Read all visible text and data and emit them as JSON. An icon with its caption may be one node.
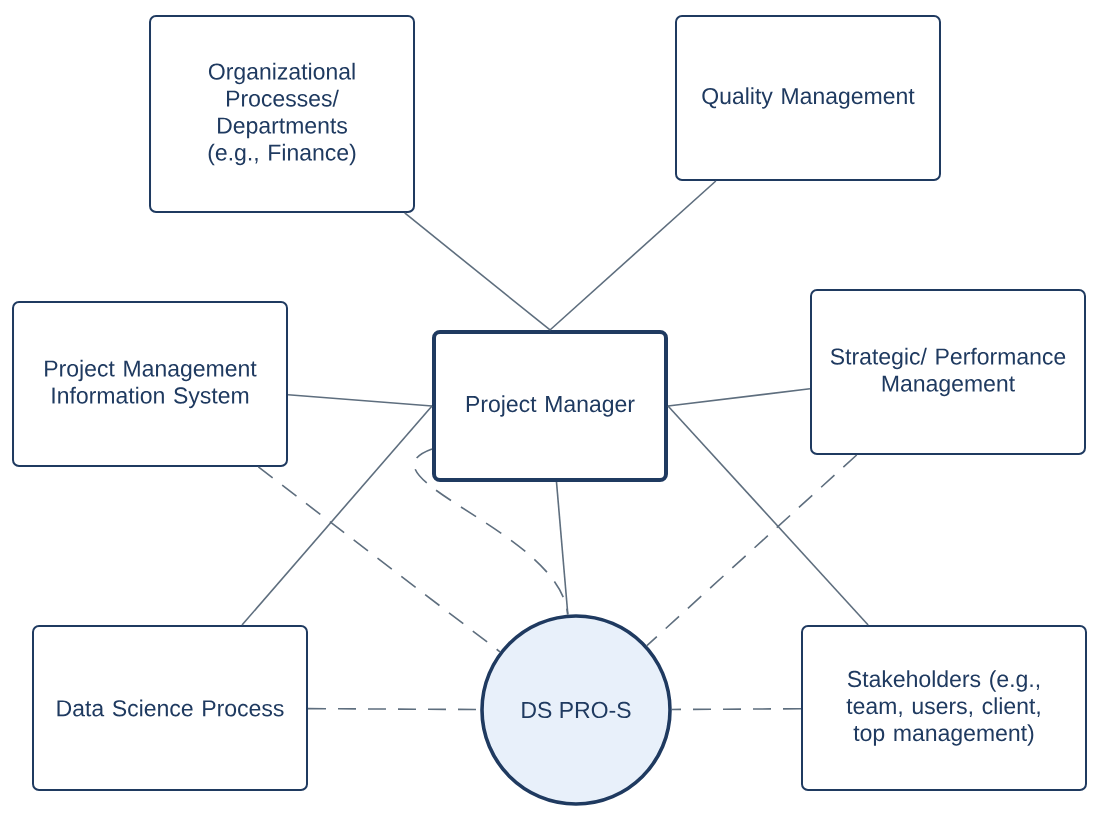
{
  "diagram": {
    "nodes": [
      {
        "text": [
          "Organizational Processes/ Departments (e.g., Finance)"
        ]
      },
      {
        "text": [
          "Quality Management"
        ]
      },
      {
        "text": [
          "Project Management Information System"
        ]
      },
      {
        "text": [
          "Project Manager"
        ]
      },
      {
        "text": [
          "Strategic/ Performance Management"
        ]
      },
      {
        "text": [
          "Data Science Process"
        ]
      },
      {
        "text": [
          "DS PRO-S"
        ]
      },
      {
        "text": [
          "Stakeholders (e.g., team, users, client, top management)"
        ]
      }
    ],
    "edges": [
      {
        "from": 0,
        "to": 3,
        "arrow": "none"
      },
      {
        "from": 1,
        "to": 3,
        "arrow": "none"
      },
      {
        "from": 2,
        "to": 3,
        "arrow": "none"
      },
      {
        "from": 4,
        "to": 3,
        "arrow": "none"
      },
      {
        "from": 5,
        "to": 3,
        "arrow": "none"
      },
      {
        "from": 7,
        "to": 3,
        "arrow": "none"
      },
      {
        "from": 3,
        "to": 6,
        "arrow": "none"
      },
      {
        "from": 3,
        "to": 6,
        "arrow": "none",
        "style": "dashed"
      },
      {
        "from": 2,
        "to": 6,
        "arrow": "none",
        "style": "dashed"
      },
      {
        "from": 4,
        "to": 6,
        "arrow": "none",
        "style": "dashed"
      },
      {
        "from": 5,
        "to": 6,
        "arrow": "none",
        "style": "dashed"
      },
      {
        "from": 7,
        "to": 6,
        "arrow": "none",
        "style": "dashed"
      }
    ]
  }
}
